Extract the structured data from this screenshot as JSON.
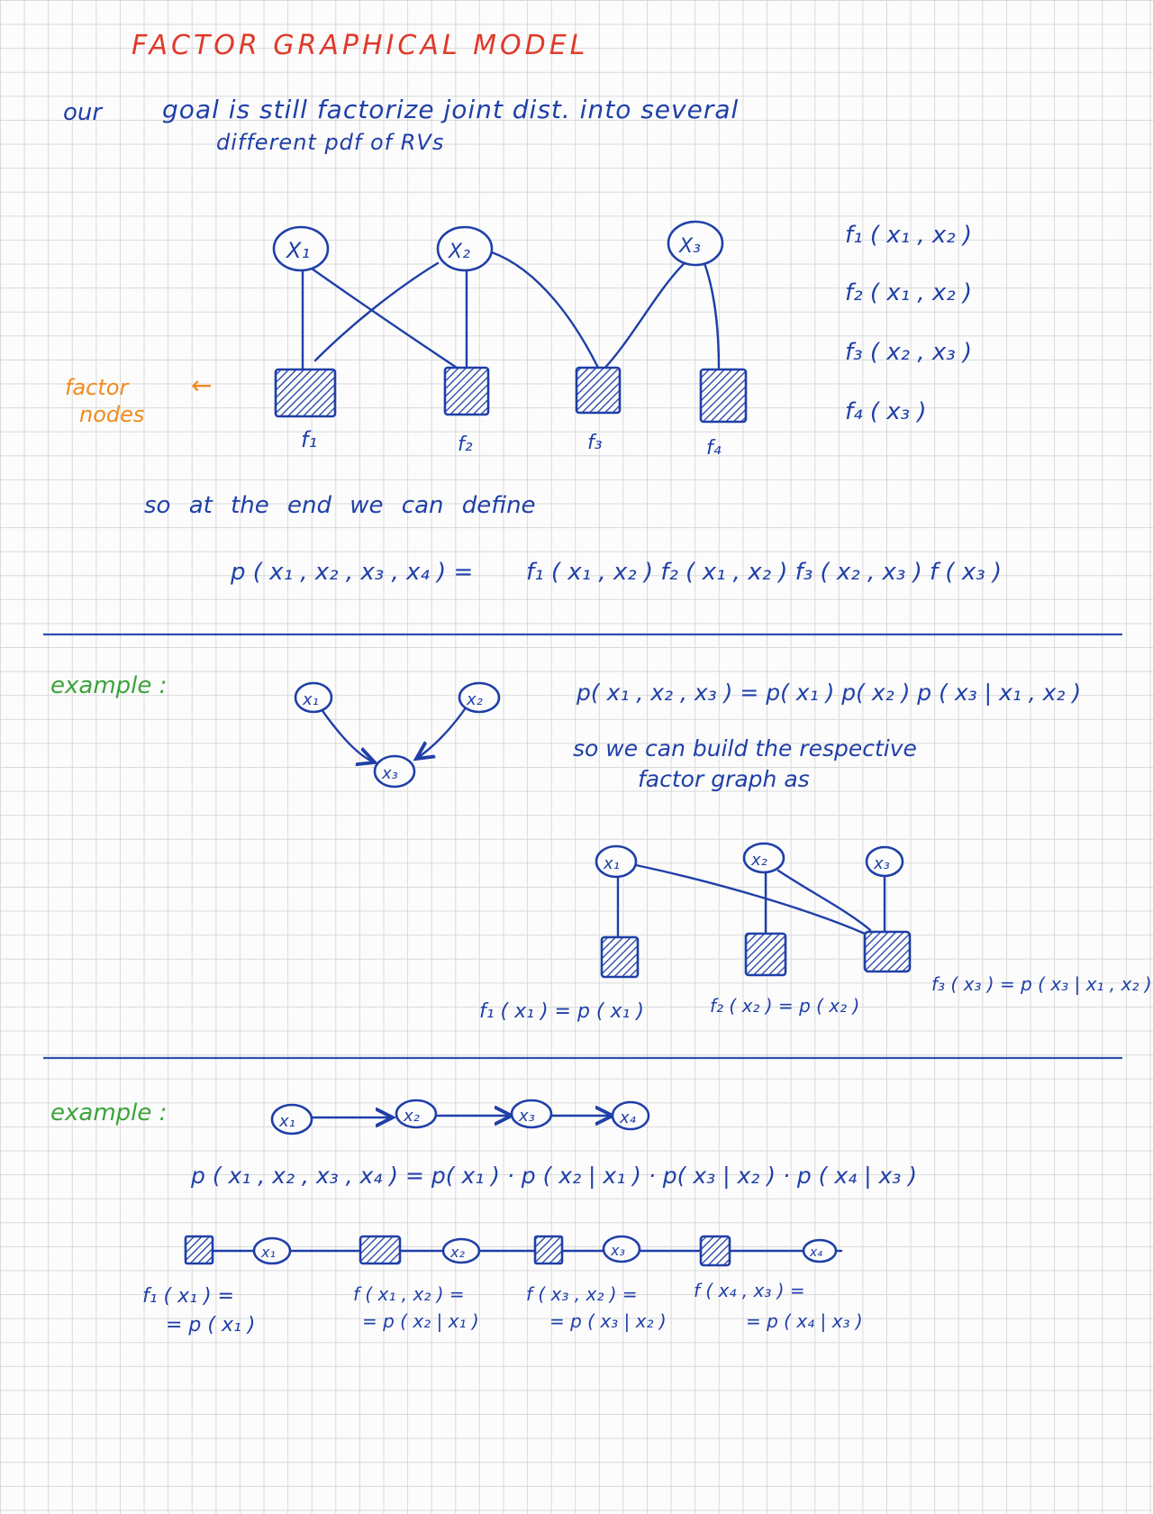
{
  "title": "FACTOR GRAPHICAL MODEL",
  "intro": {
    "line1_a": "our",
    "line1_b": "goal is still factorize joint dist. into several",
    "line2": "different pdf of RVs"
  },
  "graph1": {
    "variables": [
      "X₁",
      "X₂",
      "X₃"
    ],
    "factors": [
      "f₁",
      "f₂",
      "f₃",
      "f₄"
    ],
    "factor_defs": [
      "f₁ ( x₁ , x₂ )",
      "f₂ ( x₁ , x₂ )",
      "f₃ ( x₂ , x₃ )",
      "f₄ ( x₃ )"
    ],
    "factor_nodes_label_1": "factor",
    "factor_nodes_label_2": "nodes",
    "arrow": "←",
    "so_text": "so at the end we can define",
    "joint_lhs": "p ( x₁ , x₂ , x₃ , x₄ ) =",
    "joint_rhs": "f₁ ( x₁ , x₂ ) f₂ ( x₁ , x₂ ) f₃ ( x₂ , x₃ ) f ( x₃ )"
  },
  "example1": {
    "label": "example :",
    "variables": [
      "x₁",
      "x₂",
      "x₃"
    ],
    "equation": "p( x₁ , x₂ , x₃ ) = p( x₁ ) p( x₂ ) p ( x₃ | x₁ , x₂ )",
    "so_line1": "so we can build the respective",
    "so_line2": "factor graph as",
    "factor_graph_vars": [
      "x₁",
      "x₂",
      "x₃"
    ],
    "factor_labels": [
      "f₁ ( x₁ ) = p ( x₁ )",
      "f₂ ( x₂ ) = p ( x₂ )",
      "f₃ ( x₃ ) = p ( x₃ | x₁ , x₂ )"
    ]
  },
  "example2": {
    "label": "example :",
    "chain_vars": [
      "x₁",
      "x₂",
      "x₃",
      "x₄"
    ],
    "equation": "p ( x₁ , x₂ , x₃ , x₄ ) = p( x₁ ) · p ( x₂ | x₁ ) · p( x₃ | x₂ ) · p ( x₄ | x₃ )",
    "factor_chain_vars": [
      "x₁",
      "x₂",
      "x₃",
      "x₄"
    ],
    "factor_labels": [
      {
        "top": "f₁ ( x₁ ) =",
        "bottom": "= p ( x₁ )"
      },
      {
        "top": "f ( x₁ , x₂ ) =",
        "bottom": "= p ( x₂ | x₁ )"
      },
      {
        "top": "f ( x₃ , x₂ ) =",
        "bottom": "= p ( x₃ | x₂ )"
      },
      {
        "top": "f ( x₄ , x₃ ) =",
        "bottom": "= p ( x₄ | x₃ )"
      }
    ]
  },
  "colors": {
    "ink_blue": "#1f3fa8",
    "title_red": "#e03a2a",
    "note_orange": "#f08a1c",
    "example_green": "#3ca43a",
    "grid": "#d9d9d9"
  }
}
